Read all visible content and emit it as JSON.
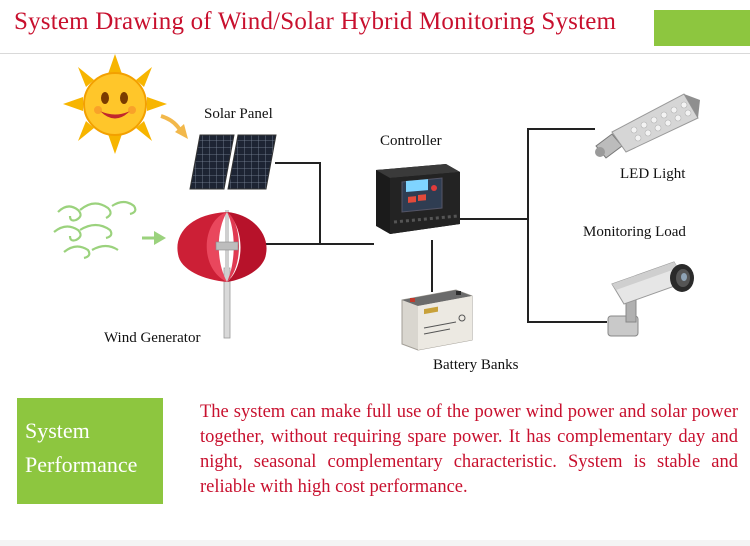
{
  "title": "System Drawing of Wind/Solar Hybrid Monitoring System",
  "labels": {
    "solar_panel": "Solar Panel",
    "controller": "Controller",
    "led_light": "LED Light",
    "monitoring_load": "Monitoring Load",
    "wind_generator": "Wind Generator",
    "battery_banks": "Battery Banks"
  },
  "performance": {
    "heading_line1": "System",
    "heading_line2": "Performance",
    "description": "The system can make full use of the power wind power and solar power together, without requiring spare power. It has complementary day and night, seasonal complementary characteristic. System is stable and reliable with high cost performance."
  },
  "colors": {
    "title_red": "#c8102e",
    "accent_green": "#8dc63f",
    "line": "#222222"
  },
  "icons": [
    "sun-icon",
    "wind-gust-icon",
    "solar-panel-icon",
    "wind-turbine-icon",
    "controller-icon",
    "battery-icon",
    "led-bulb-icon",
    "cctv-camera-icon"
  ]
}
